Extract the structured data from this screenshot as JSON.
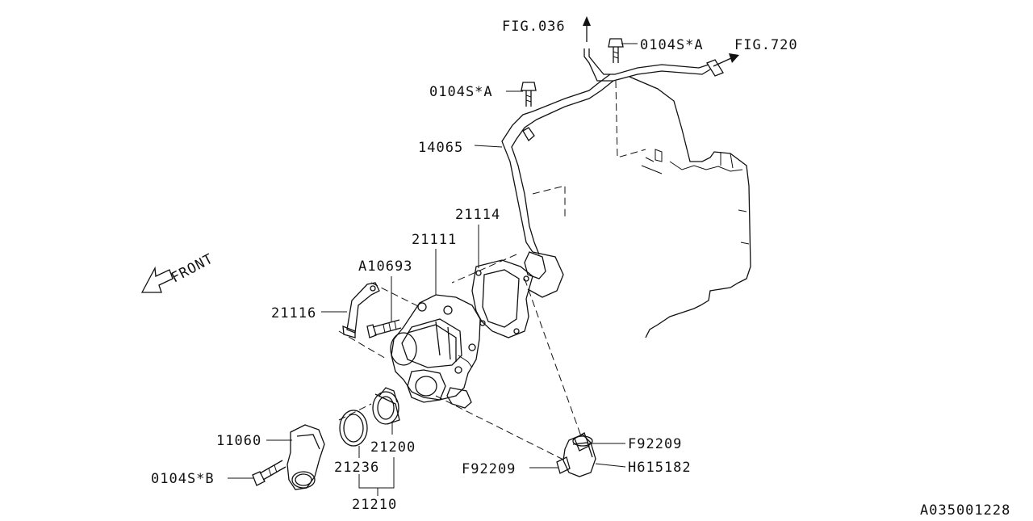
{
  "labels": {
    "fig036": "FIG.036",
    "fig720": "FIG.720",
    "bolt_a_top": "0104S*A",
    "bolt_a_mid": "0104S*A",
    "pipe": "14065",
    "gasket_pump": "21114",
    "water_pump": "21111",
    "bolt_pump": "A10693",
    "bracket": "21116",
    "cover": "11060",
    "bolt_b": "0104S*B",
    "gasket_thermo": "21236",
    "thermostat": "21200",
    "thermostat_kit": "21210",
    "clamp_upper": "F92209",
    "clamp_lower": "F92209",
    "hose": "H615182",
    "front": "FRONT",
    "drawing_id": "A035001228"
  }
}
